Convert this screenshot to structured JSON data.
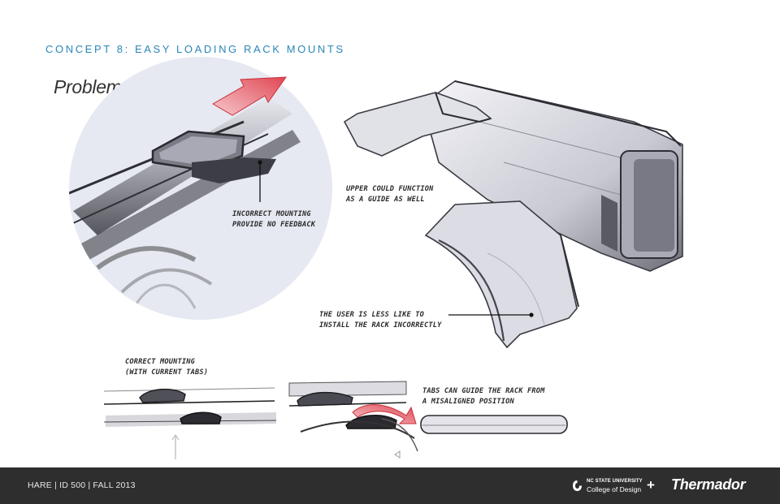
{
  "header": {
    "title": "CONCEPT 8: EASY LOADING RACK MOUNTS",
    "problem_label": "Problem Area:"
  },
  "annotations": {
    "incorrect_line1": "Incorrect mounting",
    "incorrect_line2": "provide no feedback",
    "upper_line1": "upper could function",
    "upper_line2": "as a guide as well",
    "user_line1": "the user is less like to",
    "user_line2": "install the rack incorrectly",
    "correct_line1": "correct mounting",
    "correct_line2": "(with current tabs)",
    "tabs_line1": "tabs can guide the rack from",
    "tabs_line2": "a misaligned position"
  },
  "footer": {
    "credit": "HARE  |  ID 500  |  FALL 2013",
    "university_line1": "NC STATE UNIVERSITY",
    "university_line2": "College of Design",
    "plus": "+",
    "brand": "Thermador"
  },
  "colors": {
    "title_blue": "#2a86b8",
    "arrow_red": "#e8505a",
    "footer_bg": "#2e2e2e"
  }
}
